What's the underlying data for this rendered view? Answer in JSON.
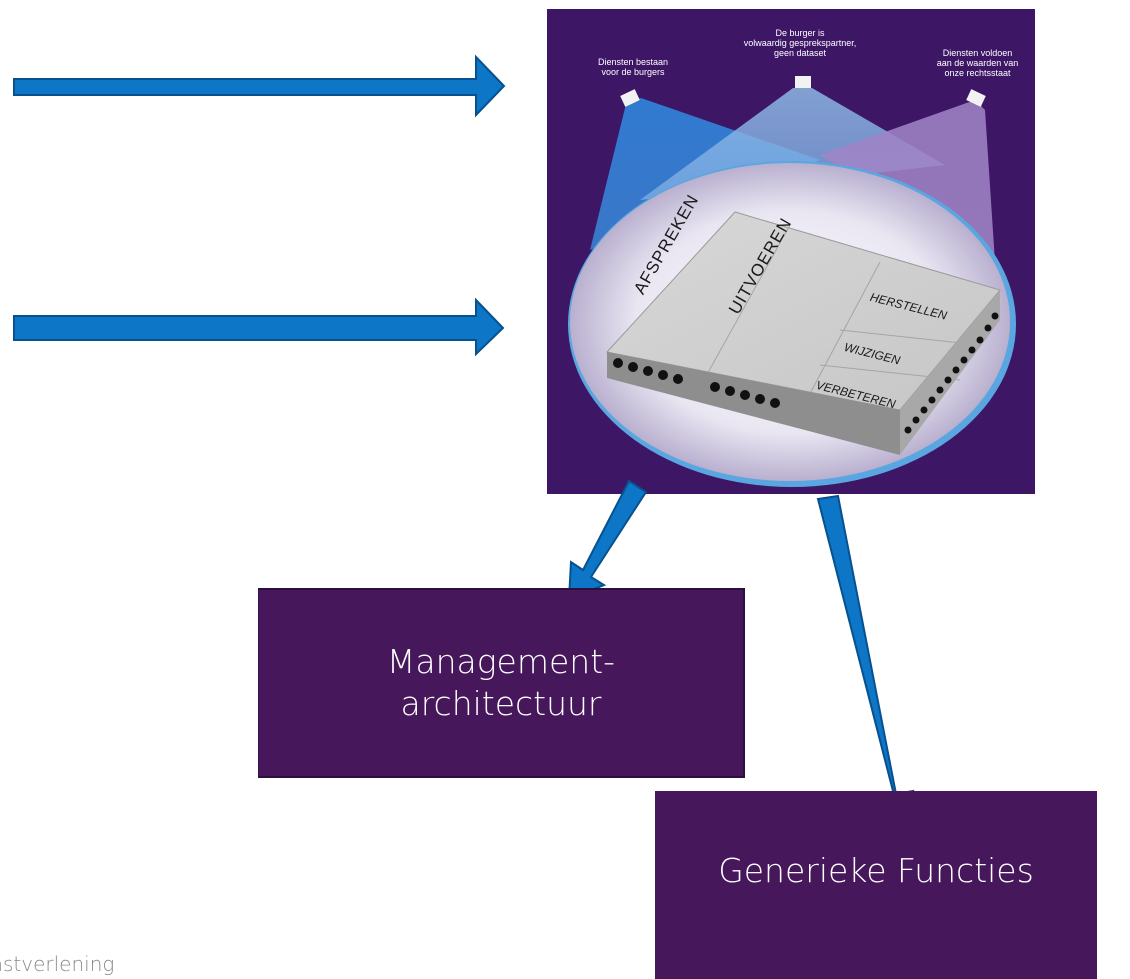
{
  "image": {
    "spotlights": [
      {
        "label": "Diensten bestaan\nvoor de burgers"
      },
      {
        "label": "De burger is\nvolwaardig gesprekspartner,\ngeen dataset"
      },
      {
        "label": "Diensten voldoen\naan de waarden van\nonze rechtsstaat"
      }
    ],
    "slab": {
      "afspreken": "AFSPREKEN",
      "uitvoeren": "UITVOEREN",
      "herstellen": "HERSTELLEN",
      "wijzigen": "WIJZIGEN",
      "verbeteren": "VERBETEREN"
    }
  },
  "boxes": {
    "management": "Management-architectuur",
    "generic": "Generieke Functies"
  },
  "footer": {
    "text": "enstverlening"
  },
  "colors": {
    "arrow": "#0d76c7",
    "box": "#46175a",
    "image_bg": "#3d1666"
  }
}
